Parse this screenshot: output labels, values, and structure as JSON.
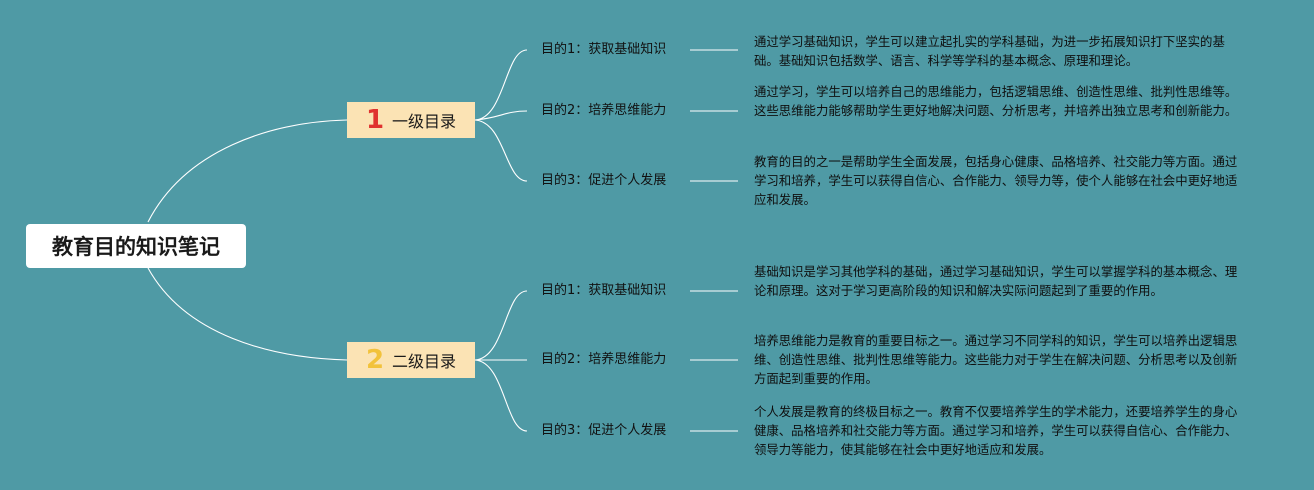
{
  "root": {
    "title": "教育目的知识笔记"
  },
  "colors": {
    "background": "#4f9aa5",
    "branch_fill": "#fbe3b4",
    "badge_1": "#e0322f",
    "badge_2": "#f2c23b",
    "line": "#ffffff"
  },
  "branches": [
    {
      "badge": "1",
      "label": "一级目录",
      "items": [
        {
          "title": "目的1：获取基础知识",
          "detail": "通过学习基础知识，学生可以建立起扎实的学科基础，为进一步拓展知识打下坚实的基础。基础知识包括数学、语言、科学等学科的基本概念、原理和理论。"
        },
        {
          "title": "目的2：培养思维能力",
          "detail": "通过学习，学生可以培养自己的思维能力，包括逻辑思维、创造性思维、批判性思维等。这些思维能力能够帮助学生更好地解决问题、分析思考，并培养出独立思考和创新能力。"
        },
        {
          "title": "目的3：促进个人发展",
          "detail": "教育的目的之一是帮助学生全面发展，包括身心健康、品格培养、社交能力等方面。通过学习和培养，学生可以获得自信心、合作能力、领导力等，使个人能够在社会中更好地适应和发展。"
        }
      ]
    },
    {
      "badge": "2",
      "label": "二级目录",
      "items": [
        {
          "title": "目的1：获取基础知识",
          "detail": "基础知识是学习其他学科的基础，通过学习基础知识，学生可以掌握学科的基本概念、理论和原理。这对于学习更高阶段的知识和解决实际问题起到了重要的作用。"
        },
        {
          "title": "目的2：培养思维能力",
          "detail": "培养思维能力是教育的重要目标之一。通过学习不同学科的知识，学生可以培养出逻辑思维、创造性思维、批判性思维等能力。这些能力对于学生在解决问题、分析思考以及创新方面起到重要的作用。"
        },
        {
          "title": "目的3：促进个人发展",
          "detail": "个人发展是教育的终极目标之一。教育不仅要培养学生的学术能力，还要培养学生的身心健康、品格培养和社交能力等方面。通过学习和培养，学生可以获得自信心、合作能力、领导力等能力，使其能够在社会中更好地适应和发展。"
        }
      ]
    }
  ]
}
